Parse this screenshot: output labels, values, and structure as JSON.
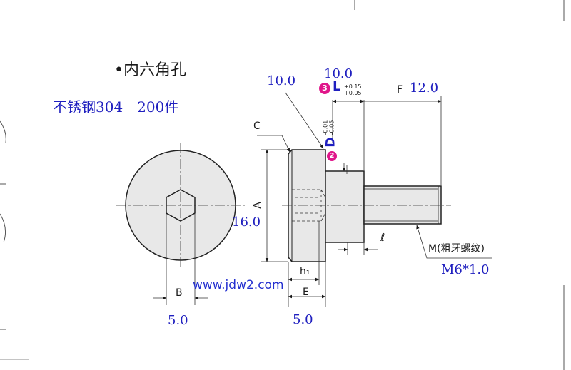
{
  "diagram": {
    "heading": "•内六角孔",
    "material_note": "不锈钢304　200件",
    "watermark": "www.jdw2.com",
    "labels": {
      "C": "C",
      "A": "A",
      "B": "B",
      "E": "E",
      "h1": "h₁",
      "F": "F",
      "ell": "ℓ",
      "M": "M(粗牙螺纹)",
      "L_num": "3",
      "L_letter": "L",
      "L_tol_upper": "+0.15",
      "L_tol_lower": "+0.05",
      "D_num": "2",
      "D_letter": "D",
      "D_tol_upper": "-0.01",
      "D_tol_lower": "-0.05"
    },
    "values": {
      "D": "10.0",
      "L": "10.0",
      "F": "12.0",
      "A": "16.0",
      "B": "5.0",
      "E": "5.0",
      "M": "M6*1.0"
    },
    "colors": {
      "accent": "#e0168a",
      "dimension_blue": "#1f1fbf",
      "watermark": "#2430d0",
      "fill": "#e8e8e8"
    }
  }
}
